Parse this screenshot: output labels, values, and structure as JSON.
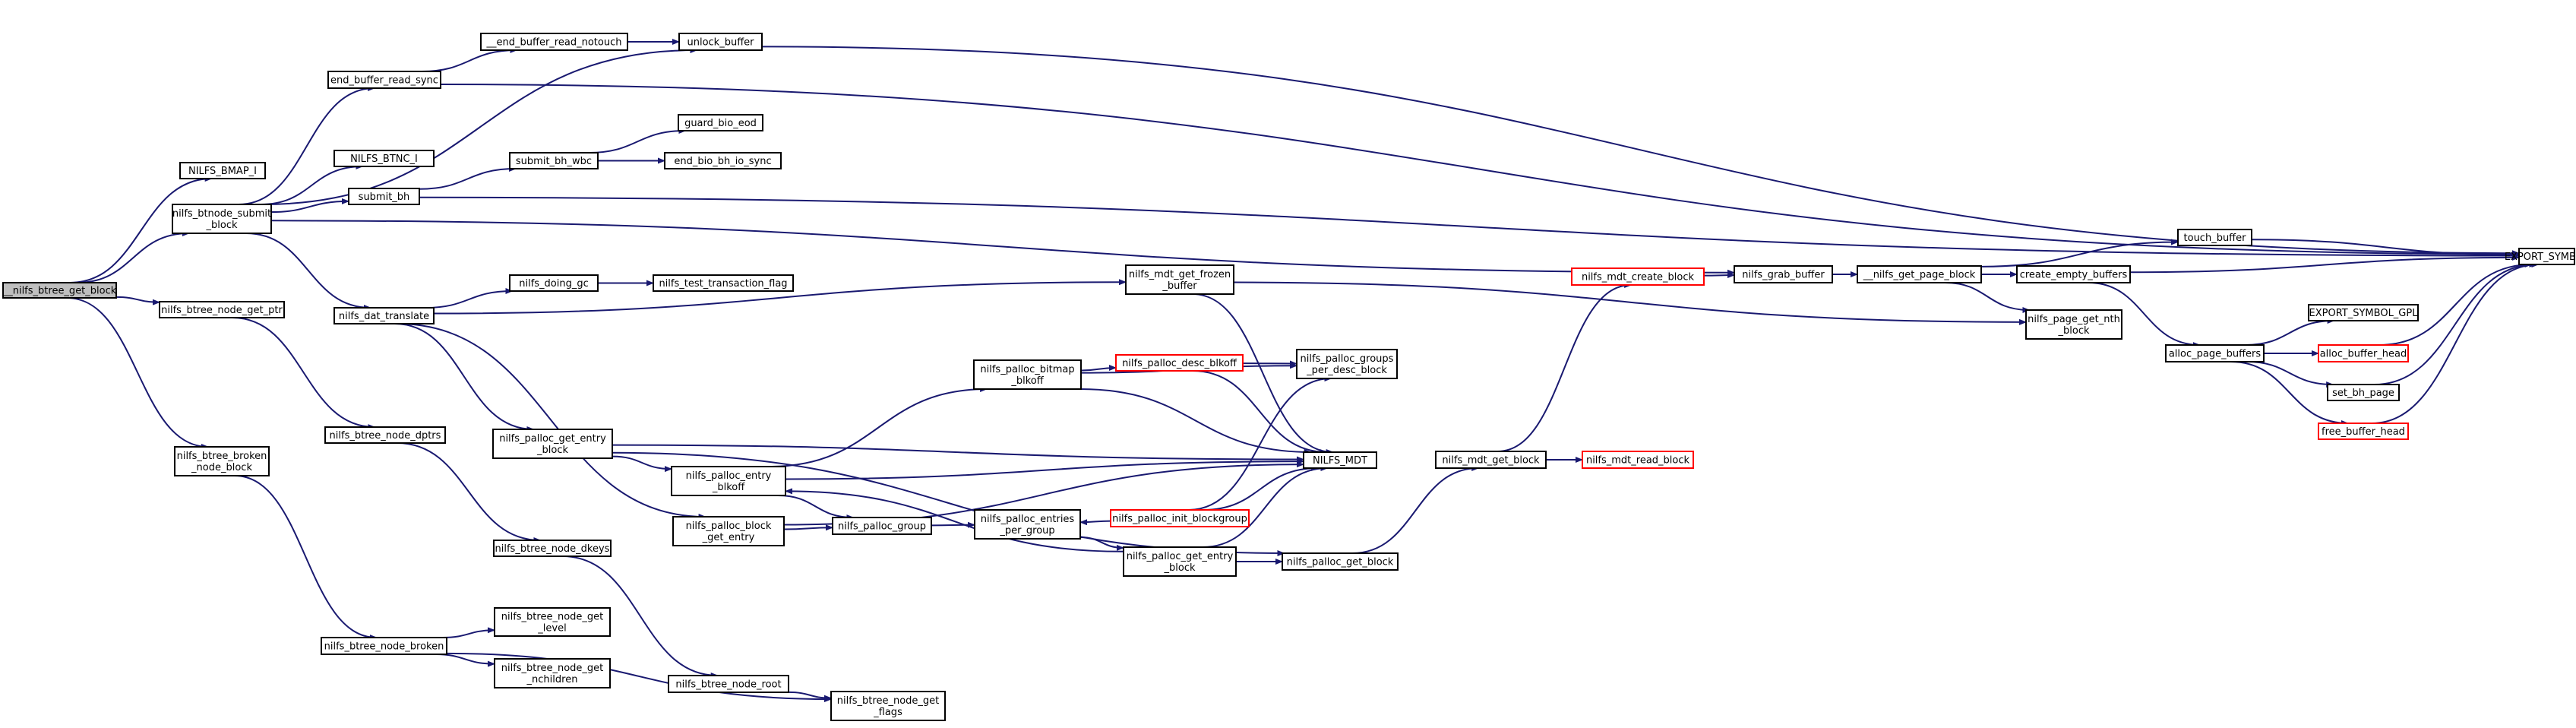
{
  "edge_color": "#191970",
  "node_border_color": "#000000",
  "highlight_border_color": "#ff0000",
  "root_fill_color": "#bfbfbf",
  "nodes": {
    "root": {
      "lines": [
        "__nilfs_btree_get_block"
      ]
    },
    "nilfs_bmap_i": {
      "lines": [
        "NILFS_BMAP_I"
      ]
    },
    "nilfs_btnode_submit_block": {
      "lines": [
        "nilfs_btnode_submit",
        "_block"
      ]
    },
    "nilfs_btree_node_get_ptr": {
      "lines": [
        "nilfs_btree_node_get_ptr"
      ]
    },
    "nilfs_btree_broken_node_block": {
      "lines": [
        "nilfs_btree_broken",
        "_node_block"
      ]
    },
    "end_buffer_read_sync": {
      "lines": [
        "end_buffer_read_sync"
      ]
    },
    "nilfs_btnc_i": {
      "lines": [
        "NILFS_BTNC_I"
      ]
    },
    "submit_bh": {
      "lines": [
        "submit_bh"
      ]
    },
    "nilfs_dat_translate": {
      "lines": [
        "nilfs_dat_translate"
      ]
    },
    "end_buffer_read_notouch": {
      "lines": [
        "__end_buffer_read_notouch"
      ]
    },
    "unlock_buffer": {
      "lines": [
        "unlock_buffer"
      ]
    },
    "submit_bh_wbc": {
      "lines": [
        "submit_bh_wbc"
      ]
    },
    "guard_bio_eod": {
      "lines": [
        "guard_bio_eod"
      ]
    },
    "end_bio_bh_io_sync": {
      "lines": [
        "end_bio_bh_io_sync"
      ]
    },
    "nilfs_doing_gc": {
      "lines": [
        "nilfs_doing_gc"
      ]
    },
    "nilfs_test_transaction_flag": {
      "lines": [
        "nilfs_test_transaction_flag"
      ]
    },
    "nilfs_btree_node_dptrs": {
      "lines": [
        "nilfs_btree_node_dptrs"
      ]
    },
    "nilfs_palloc_get_entry_block": {
      "lines": [
        "nilfs_palloc_get_entry",
        "_block"
      ]
    },
    "nilfs_btree_node_dkeys": {
      "lines": [
        "nilfs_btree_node_dkeys"
      ]
    },
    "nilfs_btree_node_broken": {
      "lines": [
        "nilfs_btree_node_broken"
      ]
    },
    "nilfs_btree_node_get_level": {
      "lines": [
        "nilfs_btree_node_get",
        "_level"
      ]
    },
    "nilfs_btree_node_get_nchildren": {
      "lines": [
        "nilfs_btree_node_get",
        "_nchildren"
      ]
    },
    "nilfs_btree_node_root": {
      "lines": [
        "nilfs_btree_node_root"
      ]
    },
    "nilfs_btree_node_get_flags": {
      "lines": [
        "nilfs_btree_node_get",
        "_flags"
      ]
    },
    "nilfs_palloc_entry_blkoff": {
      "lines": [
        "nilfs_palloc_entry",
        "_blkoff"
      ]
    },
    "nilfs_palloc_block_get_entry": {
      "lines": [
        "nilfs_palloc_block",
        "_get_entry"
      ]
    },
    "nilfs_palloc_group": {
      "lines": [
        "nilfs_palloc_group"
      ]
    },
    "nilfs_palloc_bitmap_blkoff": {
      "lines": [
        "nilfs_palloc_bitmap",
        "_blkoff"
      ]
    },
    "nilfs_palloc_entries_per_group": {
      "lines": [
        "nilfs_palloc_entries",
        "_per_group"
      ]
    },
    "nilfs_palloc_desc_blkoff": {
      "lines": [
        "nilfs_palloc_desc_blkoff"
      ]
    },
    "nilfs_palloc_init_blockgroup": {
      "lines": [
        "nilfs_palloc_init_blockgroup"
      ]
    },
    "nilfs_palloc_get_entry_block2": {
      "lines": [
        "nilfs_palloc_get_entry",
        "_block"
      ]
    },
    "nilfs_mdt_get_frozen_buffer": {
      "lines": [
        "nilfs_mdt_get_frozen",
        "_buffer"
      ]
    },
    "nilfs_palloc_groups_per_desc_block": {
      "lines": [
        "nilfs_palloc_groups",
        "_per_desc_block"
      ]
    },
    "nilfs_mdt": {
      "lines": [
        "NILFS_MDT"
      ]
    },
    "nilfs_palloc_get_block": {
      "lines": [
        "nilfs_palloc_get_block"
      ]
    },
    "nilfs_mdt_get_block": {
      "lines": [
        "nilfs_mdt_get_block"
      ]
    },
    "nilfs_mdt_read_block": {
      "lines": [
        "nilfs_mdt_read_block"
      ]
    },
    "nilfs_mdt_create_block": {
      "lines": [
        "nilfs_mdt_create_block"
      ]
    },
    "nilfs_grab_buffer": {
      "lines": [
        "nilfs_grab_buffer"
      ]
    },
    "nilfs_get_page_block": {
      "lines": [
        "__nilfs_get_page_block"
      ]
    },
    "touch_buffer": {
      "lines": [
        "touch_buffer"
      ]
    },
    "create_empty_buffers": {
      "lines": [
        "create_empty_buffers"
      ]
    },
    "nilfs_page_get_nth_block": {
      "lines": [
        "nilfs_page_get_nth",
        "_block"
      ]
    },
    "export_symbol": {
      "lines": [
        "EXPORT_SYMBOL"
      ]
    },
    "export_symbol_gpl": {
      "lines": [
        "EXPORT_SYMBOL_GPL"
      ]
    },
    "alloc_page_buffers": {
      "lines": [
        "alloc_page_buffers"
      ]
    },
    "alloc_buffer_head": {
      "lines": [
        "alloc_buffer_head"
      ]
    },
    "set_bh_page": {
      "lines": [
        "set_bh_page"
      ]
    },
    "free_buffer_head": {
      "lines": [
        "free_buffer_head"
      ]
    }
  }
}
